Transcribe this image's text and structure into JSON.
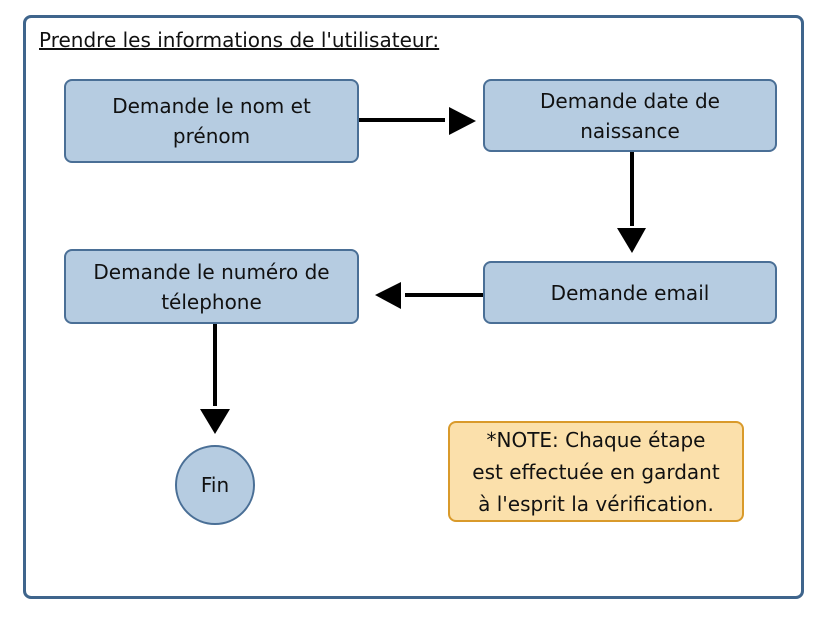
{
  "title": "Prendre les informations de l'utilisateur:",
  "steps": {
    "nom_prenom": {
      "line1": "Demande le nom et",
      "line2": "prénom"
    },
    "date_naissance": {
      "line1": "Demande date de",
      "line2": "naissance"
    },
    "email": {
      "line1": "Demande email"
    },
    "telephone": {
      "line1": "Demande le numéro de",
      "line2": "télephone"
    },
    "fin": "Fin"
  },
  "note": {
    "line1": "*NOTE: Chaque étape",
    "line2": "est effectuée en gardant",
    "line3": "à l'esprit la vérification."
  },
  "colors": {
    "frame_border": "#3f658c",
    "box_fill": "#b6cce1",
    "box_border": "#4a6f96",
    "note_fill": "#fbe0ab",
    "note_border": "#d99a2b",
    "arrow": "#000000"
  }
}
